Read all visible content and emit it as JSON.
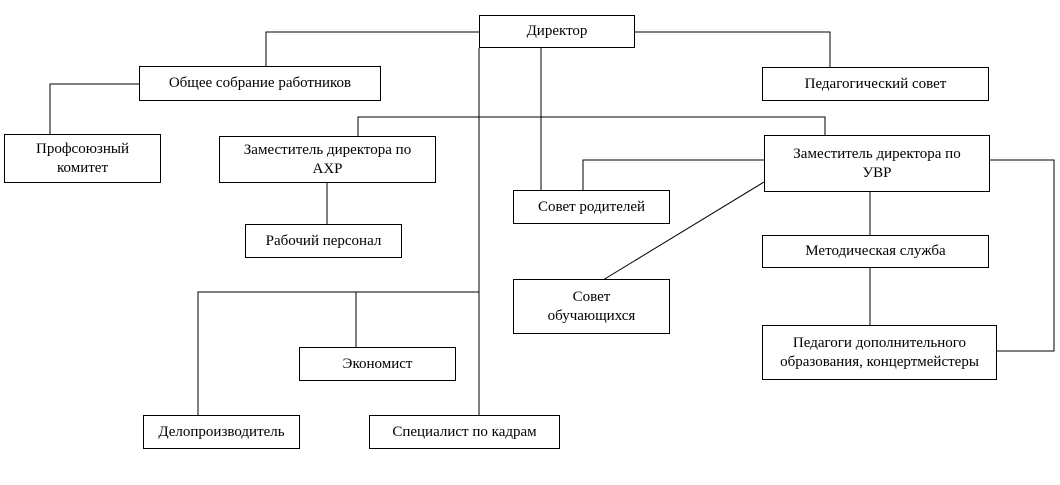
{
  "diagram": {
    "line_color": "#000000",
    "nodes": {
      "director": {
        "label": "Директор"
      },
      "general_meeting": {
        "label": "Общее собрание работников"
      },
      "ped_council": {
        "label": "Педагогический совет"
      },
      "union": {
        "label": "Профсоюзный комитет"
      },
      "deputy_ahr": {
        "label": "Заместитель директора по АХР"
      },
      "deputy_uvr": {
        "label": "Заместитель директора по УВР"
      },
      "parents_council": {
        "label": "Совет родителей"
      },
      "workers": {
        "label": "Рабочий персонал"
      },
      "method_service": {
        "label": "Методическая служба"
      },
      "students_council": {
        "label": "Совет обучающихся"
      },
      "teachers_extra": {
        "label": "Педагоги дополнительного образования, концертмейстеры"
      },
      "economist": {
        "label": "Экономист"
      },
      "clerk": {
        "label": "Делопроизводитель"
      },
      "hr_specialist": {
        "label": "Специалист по кадрам"
      }
    }
  }
}
